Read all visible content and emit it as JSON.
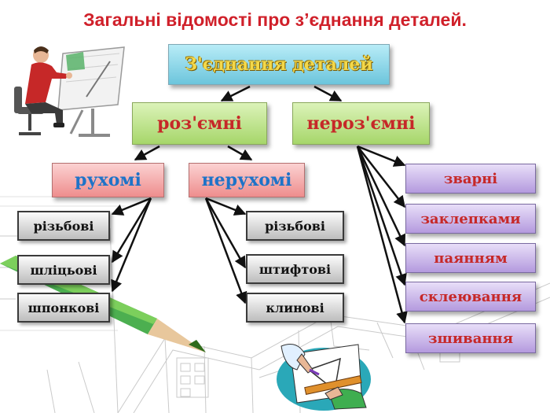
{
  "slide": {
    "title": "Загальні відомості про з’єднання деталей."
  },
  "diagram": {
    "root": "З'єднання деталей",
    "level1": {
      "detachable": "роз'ємні",
      "non_detachable": "нероз'ємні"
    },
    "level2": {
      "movable": "рухомі",
      "fixed": "нерухомі"
    },
    "movable_items": [
      "різьбові",
      "шліцьові",
      "шпонкові"
    ],
    "fixed_items": [
      "різьбові",
      "штифтові",
      "клинові"
    ],
    "non_detachable_items": [
      "зварні",
      "заклепками",
      "паянням",
      "склеювання",
      "зшивання"
    ]
  },
  "icons": {
    "drafter": "person-at-drafting-table-icon",
    "drawing_hands": "hands-drawing-with-ruler-icon",
    "pencil": "green-pencil-icon"
  },
  "colors": {
    "title": "#d0202a",
    "root_text": "#f3d84a",
    "green_box_text": "#c62828",
    "pink_box_text": "#1e73c8",
    "purple_box_text": "#c62828"
  }
}
